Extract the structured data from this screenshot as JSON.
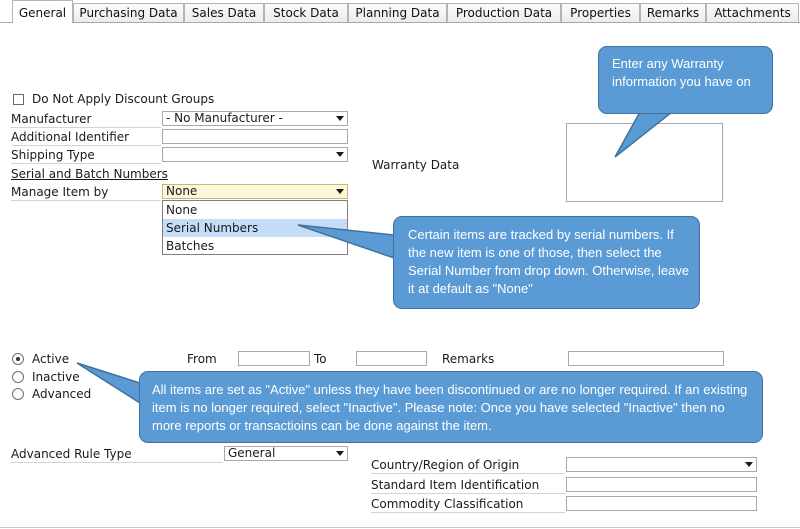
{
  "tabs": [
    {
      "label": "General",
      "active": true
    },
    {
      "label": "Purchasing Data"
    },
    {
      "label": "Sales Data"
    },
    {
      "label": "Stock Data"
    },
    {
      "label": "Planning Data"
    },
    {
      "label": "Production Data"
    },
    {
      "label": "Properties"
    },
    {
      "label": "Remarks"
    },
    {
      "label": "Attachments"
    }
  ],
  "general": {
    "discount_checkbox_label": "Do Not Apply Discount Groups",
    "manufacturer_label": "Manufacturer",
    "manufacturer_value": "- No Manufacturer -",
    "additional_identifier_label": "Additional Identifier",
    "additional_identifier_value": "",
    "shipping_type_label": "Shipping Type",
    "shipping_type_value": "",
    "serial_batch_label": "Serial and Batch Numbers",
    "manage_item_by_label": "Manage Item by",
    "manage_item_by_value": "None",
    "manage_item_by_options": [
      "None",
      "Serial Numbers",
      "Batches"
    ],
    "warranty_label": "Warranty Data",
    "status_options": [
      "Active",
      "Inactive",
      "Advanced"
    ],
    "from_label": "From",
    "to_label": "To",
    "remarks_label": "Remarks",
    "advanced_rule_type_label": "Advanced Rule Type",
    "advanced_rule_type_value": "General",
    "country_label": "Country/Region of Origin",
    "standard_item_label": "Standard Item Identification",
    "commodity_label": "Commodity Classification"
  },
  "callouts": {
    "warranty": "Enter any Warranty information you have on",
    "serial": "Certain items are tracked by serial numbers. If the new item is one of those, then select the Serial Number from drop down.  Otherwise, leave it at default as \"None\"",
    "active": "All items are set as \"Active\" unless they have been discontinued or are no longer required.  If an existing item is no longer required, select \"Inactive\".  Please note:  Once you have selected \"Inactive\" then no more reports or transactioins can be done against the item."
  },
  "colors": {
    "callout_fill": "#5b9bd5",
    "callout_border": "#41719c",
    "dropdown_highlight": "#c5dcf6",
    "field_focus": "#fdf6da"
  }
}
